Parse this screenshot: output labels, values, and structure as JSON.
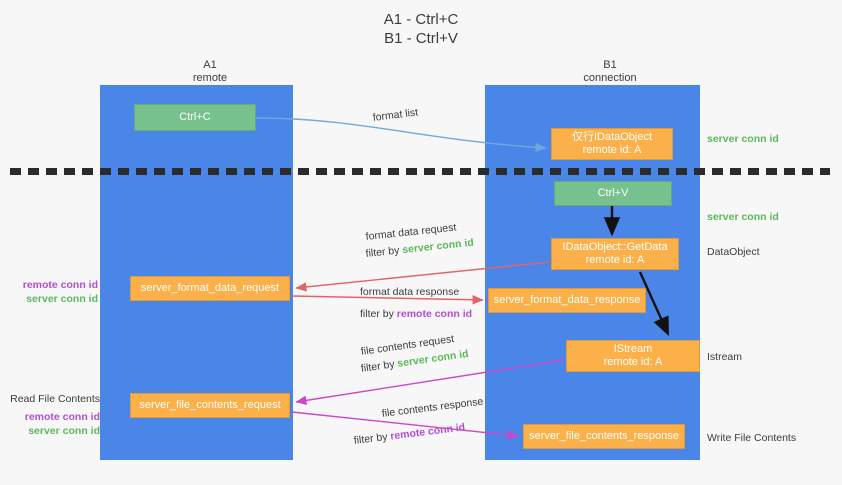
{
  "title": {
    "line1": "A1 - Ctrl+C",
    "line2": "B1 - Ctrl+V"
  },
  "columns": [
    {
      "id": "a1",
      "name": "A1",
      "sublabel": "remote"
    },
    {
      "id": "b1",
      "name": "B1",
      "sublabel": "connection"
    }
  ],
  "boxes": {
    "ctrl_c": {
      "line1": "Ctrl+C",
      "line2": "",
      "color": "#76c18d"
    },
    "idataobject": {
      "line1": "仅行IDataObject",
      "line2": "remote id: A",
      "color": "#fbb049"
    },
    "ctrl_v": {
      "line1": "Ctrl+V",
      "line2": "",
      "color": "#76c18d"
    },
    "getdata": {
      "line1": "IDataObject::GetData",
      "line2": "remote id: A",
      "color": "#fbb049"
    },
    "server_format_data_request": {
      "line1": "server_format_data_request",
      "line2": "",
      "color": "#fbb049"
    },
    "server_format_data_response": {
      "line1": "server_format_data_response",
      "line2": "",
      "color": "#fbb049"
    },
    "istream": {
      "line1": "IStream",
      "line2": "remote id: A",
      "color": "#fbb049"
    },
    "server_file_contents_request": {
      "line1": "server_file_contents_request",
      "line2": "",
      "color": "#fbb049"
    },
    "server_file_contents_response": {
      "line1": "server_file_contents_response",
      "line2": "",
      "color": "#fbb049"
    }
  },
  "edge_labels": {
    "format_list": {
      "text": "format list"
    },
    "format_data_request": {
      "line1": "format data request",
      "prefix": "filter by ",
      "highlight": "server conn id",
      "highlight_color": "#5cb85c"
    },
    "format_data_response": {
      "line1": "format data response",
      "prefix": "filter by ",
      "highlight": "remote conn id",
      "highlight_color": "#b24fd1"
    },
    "file_contents_request": {
      "line1": "file contents request",
      "prefix": "filter by ",
      "highlight": "server conn id",
      "highlight_color": "#5cb85c"
    },
    "file_contents_response": {
      "line1": "file contents response",
      "prefix": "filter by ",
      "highlight": "remote conn id",
      "highlight_color": "#b24fd1"
    }
  },
  "side_notes": {
    "left_mid": {
      "remote": "remote conn id",
      "server": "server conn id"
    },
    "left_read": {
      "heading": "Read File Contents",
      "remote": "remote conn id",
      "server": "server conn id"
    },
    "right_1": "server conn id",
    "right_2": "server conn id",
    "right_3": "DataObject",
    "right_4": "Istream",
    "right_5": "Write File Contents"
  },
  "colors": {
    "lane": "#4a86e8",
    "green_box": "#76c18d",
    "orange_box": "#fbb049",
    "green_text": "#5cb85c",
    "purple_text": "#b24fd1",
    "arrow_blue": "#6fa8dc",
    "arrow_red": "#e06666",
    "arrow_magenta": "#cc46cc",
    "arrow_black": "#111111",
    "background": "#f7f7f7"
  }
}
